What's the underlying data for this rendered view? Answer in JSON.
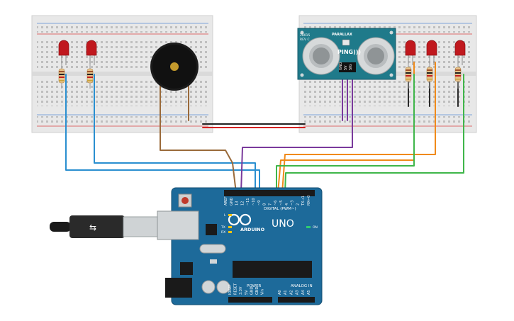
{
  "sensor": {
    "brand": "PARALLAX",
    "model_code": "28015",
    "revision": "REV C",
    "name": "PING)))",
    "pins": [
      "GND",
      "5V",
      "SIG"
    ]
  },
  "arduino": {
    "brand": "ARDUINO",
    "model": "UNO",
    "digital_header_label": "DIGITAL (PWM~)",
    "digital_pins": [
      "AREF",
      "GND",
      "13",
      "12",
      "~11",
      "~10",
      "~9",
      "8",
      "7",
      "~6",
      "~5",
      "4",
      "~3",
      "2",
      "TX→1",
      "RX←0"
    ],
    "power_label": "POWER",
    "analog_label": "ANALOG IN",
    "power_pins": [
      "IOREF",
      "RESET",
      "3.3V",
      "5V",
      "GND",
      "GND",
      "Vin"
    ],
    "analog_pins": [
      "A0",
      "A1",
      "A2",
      "A3",
      "A4",
      "A5"
    ],
    "led_labels": [
      "L",
      "TX",
      "RX",
      "ON"
    ]
  },
  "colors": {
    "wire_blue": "#2a8fd0",
    "wire_brown": "#9a6a3a",
    "wire_purple": "#7a3a9c",
    "wire_orange": "#f08a1a",
    "wire_green": "#3fb64a",
    "wire_red": "#d42020",
    "wire_black": "#222222",
    "board_blue": "#1d6a9a",
    "breadboard": "#e6e6e6",
    "sensor_board": "#1f7a8a"
  }
}
